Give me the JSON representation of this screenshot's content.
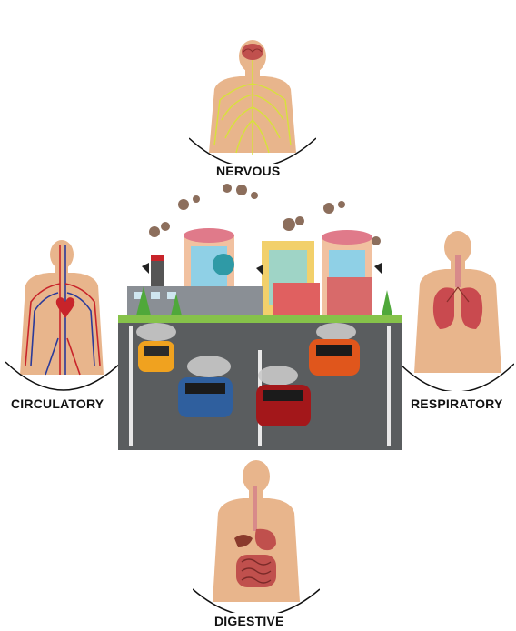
{
  "labels": {
    "nervous": "NERVOUS",
    "circulatory": "CIRCULATORY",
    "respiratory": "RESPIRATORY",
    "digestive": "DIGESTIVE"
  },
  "colors": {
    "skin": "#e8b58c",
    "skin_shadow": "#d39a70",
    "nerve": "#d7e23a",
    "artery": "#c8242a",
    "vein": "#2a3a9a",
    "lung": "#c94a4f",
    "gut": "#c0504d",
    "road": "#5a5d5f",
    "grass": "#86c24a"
  },
  "icons": [
    "body-silhouette",
    "brain-icon",
    "heart-icon",
    "lungs-icon",
    "stomach-icon",
    "factory-icon",
    "car-icon",
    "smoke-icon",
    "sound-wave-icon"
  ]
}
